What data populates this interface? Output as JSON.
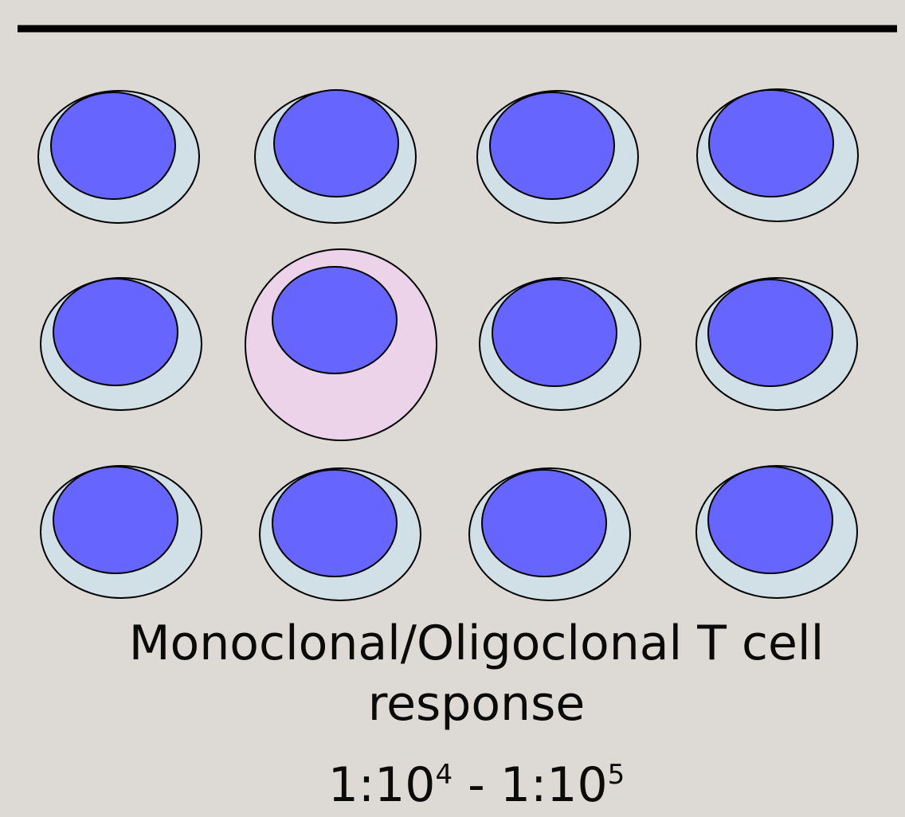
{
  "caption": {
    "line1": "Monoclonal/Oligoclonal T cell",
    "line2": "response"
  },
  "ratio": {
    "a_prefix": "1:10",
    "a_exp": "4",
    "separator": " - ",
    "b_prefix": "1:10",
    "b_exp": "5"
  },
  "colors": {
    "background": "#dddad5",
    "nucleus": "#6666ff",
    "cell_body": "#d1dfe6",
    "highlighted_cell_body": "#ecd3ea",
    "outline": "#000000"
  },
  "cells": [
    {
      "id": "r1c1",
      "highlighted": false
    },
    {
      "id": "r1c2",
      "highlighted": false
    },
    {
      "id": "r1c3",
      "highlighted": false
    },
    {
      "id": "r1c4",
      "highlighted": false
    },
    {
      "id": "r2c1",
      "highlighted": false
    },
    {
      "id": "r2c2",
      "highlighted": true
    },
    {
      "id": "r2c3",
      "highlighted": false
    },
    {
      "id": "r2c4",
      "highlighted": false
    },
    {
      "id": "r3c1",
      "highlighted": false
    },
    {
      "id": "r3c2",
      "highlighted": false
    },
    {
      "id": "r3c3",
      "highlighted": false
    },
    {
      "id": "r3c4",
      "highlighted": false
    }
  ]
}
